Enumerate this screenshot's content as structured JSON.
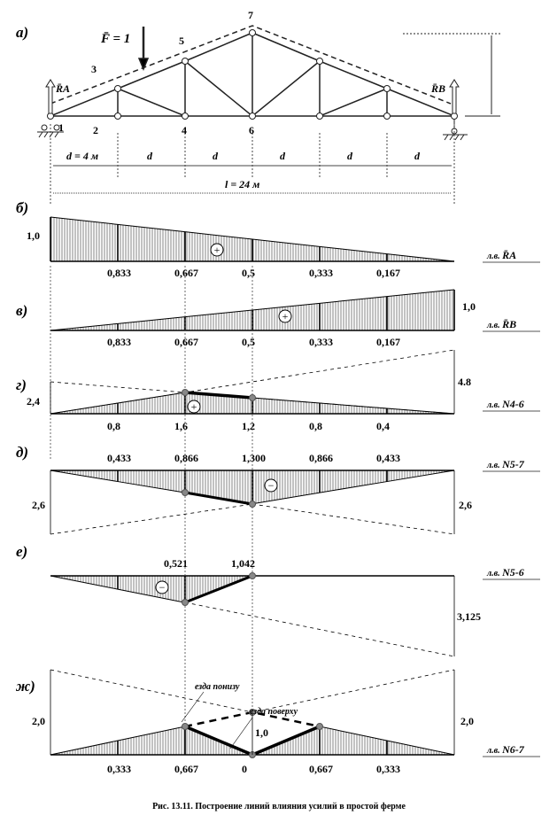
{
  "truss": {
    "panel_letter": "а)",
    "load_label": "F̄ = 1",
    "node_labels": [
      "1",
      "2",
      "3",
      "4",
      "5",
      "6",
      "7"
    ],
    "reaction_a": "R̄A",
    "reaction_b": "R̄B",
    "panel_dim": "d = 4 м",
    "d": "d",
    "span": "l = 24 м"
  },
  "panels": [
    {
      "letter": "б)",
      "prefix": "л.в.",
      "title": "R̄A",
      "ordinates": [
        1,
        0.833,
        0.667,
        0.5,
        0.333,
        0.167,
        0
      ],
      "labels": [
        "0,833",
        "0,667",
        "0,5",
        "0,333",
        "0,167"
      ],
      "side": [
        "1,0"
      ],
      "sign": "+"
    },
    {
      "letter": "в)",
      "prefix": "л.в.",
      "title": "R̄B",
      "ordinates": [
        0,
        0.167,
        0.333,
        0.5,
        0.667,
        0.833,
        1
      ],
      "labels": [
        "0,833",
        "0,667",
        "0,5",
        "0,333",
        "0,167"
      ],
      "side": [
        "1,0"
      ],
      "sign": "+"
    },
    {
      "letter": "г)",
      "prefix": "л.в.",
      "title": "N4-6",
      "ordinates": [
        0,
        0.8,
        1.6,
        1.2,
        0.8,
        0.4,
        0
      ],
      "labels": [
        "0,8",
        "1,6",
        "1,2",
        "0,8",
        "0,4"
      ],
      "side": [
        "2,4",
        "4.8"
      ],
      "sign": "+"
    },
    {
      "letter": "д)",
      "prefix": "л.в.",
      "title": "N5-7",
      "ordinates": [
        0,
        -0.433,
        -0.866,
        -1.3,
        -0.866,
        -0.433,
        0
      ],
      "labels": [
        "0,433",
        "0,866",
        "1,300",
        "0,866",
        "0,433"
      ],
      "side": [
        "2,6",
        "2,6"
      ],
      "sign": "−"
    },
    {
      "letter": "е)",
      "prefix": "л.в.",
      "title": "N5-6",
      "ordinates": [
        0,
        -0.521,
        -1.042,
        0,
        0,
        0,
        0
      ],
      "labels": [
        "0,521",
        "1,042"
      ],
      "side": [
        "3,125"
      ],
      "sign": "−"
    },
    {
      "letter": "ж)",
      "prefix": "л.в.",
      "title": "N6-7",
      "ordinates": [
        0,
        0.333,
        0.667,
        0,
        0.667,
        0.333,
        0
      ],
      "labels": [
        "0,333",
        "0,667",
        "0",
        "0,667",
        "0,333"
      ],
      "side": [
        "2,0",
        "2,0",
        "1,0"
      ],
      "notes": [
        "езда понизу",
        "езда поверху"
      ]
    }
  ],
  "caption": "Рис. 13.11. Построение линий влияния усилий в простой ферме"
}
